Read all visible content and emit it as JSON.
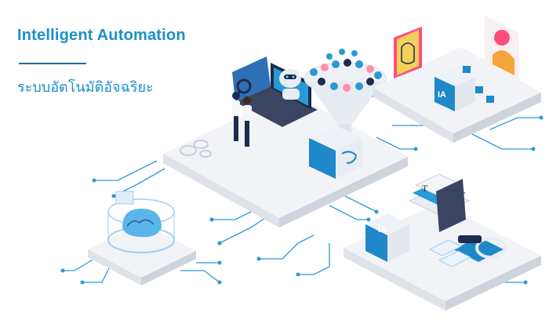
{
  "header": {
    "title": "Intelligent Automation",
    "subtitle": "ระบบอัตโนมัติอัจฉริยะ"
  },
  "chips": {
    "top_right": "IA",
    "bottom_right": "IA",
    "book_letter": "T"
  },
  "colors": {
    "accent": "#1b8fcb",
    "rule": "#1f6f9c",
    "circuit": "#2a9ad6",
    "platform_top": "#f1f3f7",
    "platform_side": "#d9dde5",
    "chip": "#1e88c9",
    "dark_navy": "#1d2b4f"
  },
  "icons": {
    "magnifier": "magnifier-icon",
    "robot": "robot-icon",
    "brain": "brain-icon",
    "gear": "gear-icon",
    "headset": "vr-headset-icon",
    "book": "book-stack-icon"
  }
}
